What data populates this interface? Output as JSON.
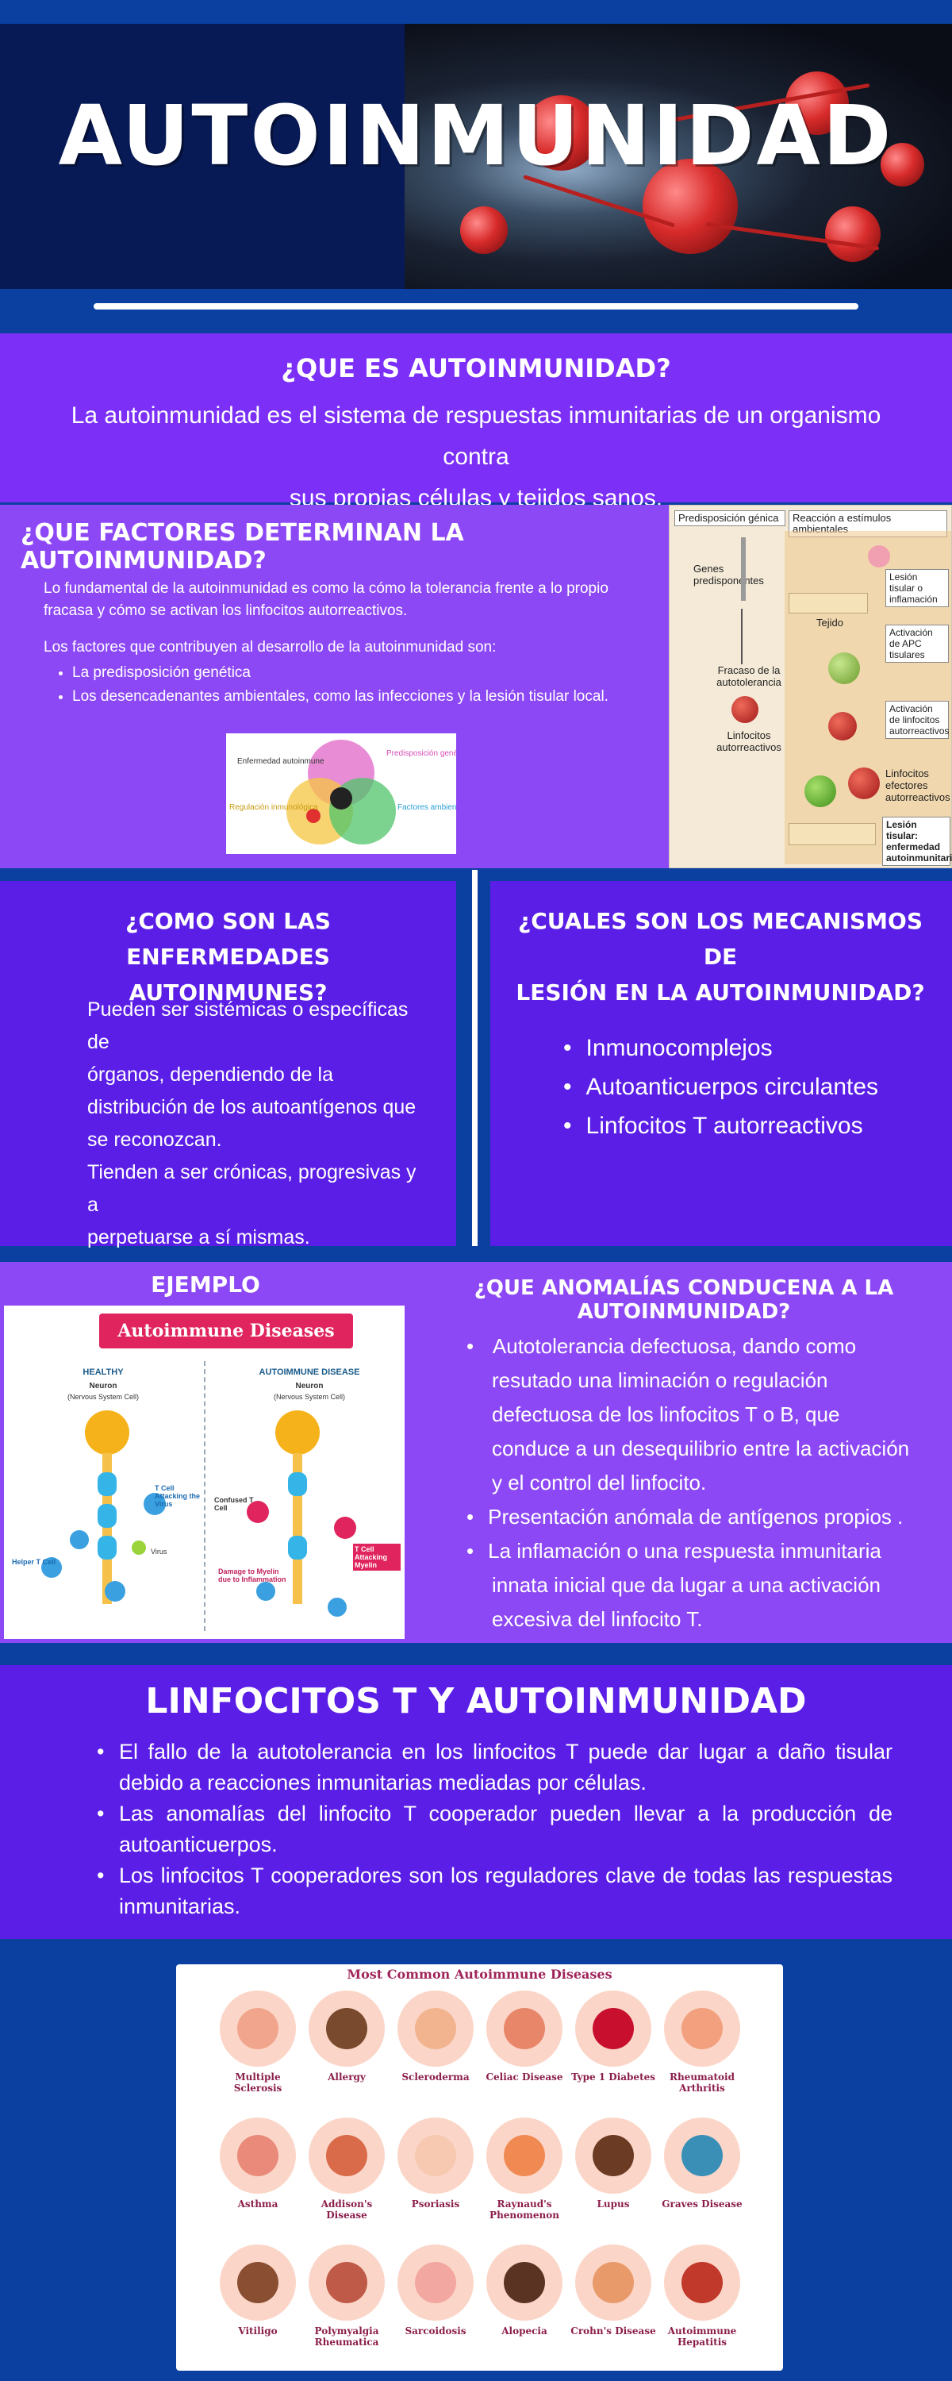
{
  "header": {
    "title": "AUTOINMUNIDAD"
  },
  "que_es": {
    "title": "¿QUE ES AUTOINMUNIDAD?",
    "line1": "La autoinmunidad es el sistema de respuestas inmunitarias de un organismo contra",
    "line2": "sus propias células y tejidos sanos."
  },
  "factores": {
    "title": "¿QUE FACTORES DETERMINAN LA AUTOINMUNIDAD?",
    "p1": "Lo fundamental de la autoinmunidad es como la cómo la tolerancia frente a lo propio fracasa y cómo se activan los linfocitos autorreactivos.",
    "p2": "Los factores que contribuyen al desarrollo de la autoinmunidad son:",
    "items": [
      "La predisposición genética",
      "Los desencadenantes ambientales, como las infecciones y la lesión tisular local."
    ],
    "venn": {
      "top_left": "Enfermedad autoinmune",
      "top_right": "Predisposición genética",
      "bottom_left": "Regulación inmunológica",
      "bottom_right": "Factores ambientales"
    },
    "diagram": {
      "col1": "Predisposición génica",
      "col2": "Reacción a estímulos ambientales",
      "genes": "Genes predisponentes",
      "fracaso": "Fracaso de la autotolerancia",
      "linfocitos": "Linfocitos autorreactivos",
      "lesion": "Lesión tisular o inflamación",
      "tejido": "Tejido",
      "activacion_apc": "Activación de APC tisulares",
      "activacion_linf": "Activación de linfocitos autorreactivos",
      "efectores": "Linfocitos efectores autorreactivos",
      "lesion_final": "Lesión tisular: enfermedad autoinmunitaria"
    }
  },
  "como_son": {
    "title_line1": "¿COMO SON LAS ENFERMEDADES",
    "title_line2": "AUTOINMUNES?",
    "lines": [
      "Pueden ser sistémicas o específicas de",
      "órganos, dependiendo de la",
      "distribución de los autoantígenos que",
      "se reconozcan.",
      "Tienden a ser crónicas, progresivas y a",
      "perpetuarse a sí mismas."
    ]
  },
  "mecanismos": {
    "title_line1": "¿CUALES SON LOS MECANISMOS DE",
    "title_line2": "LESIÓN EN LA AUTOINMUNIDAD?",
    "items": [
      "Inmunocomplejos",
      "Autoanticuerpos circulantes",
      "Linfocitos T autorreactivos"
    ]
  },
  "ejemplo": {
    "title": "EJEMPLO",
    "banner": "Autoimmune Diseases",
    "healthy": "HEALTHY",
    "disease": "AUTOIMMUNE DISEASE",
    "neuron": "Neuron",
    "neuron_sub": "(Nervous System Cell)",
    "t_cell_virus": "T Cell Attacking the Virus",
    "t_cell_myelin": "T Cell Attacking Myelin",
    "helper": "Helper T Cell",
    "virus": "Virus",
    "confused": "Confused T Cell",
    "damage": "Damage to Myelin due to Inflammation"
  },
  "anomalias": {
    "title": "¿QUE ANOMALÍAS CONDUCENA A LA  AUTOINMUNIDAD?",
    "items": [
      " Autotolerancia defectuosa, dando como resutado una liminación o regulación defectuosa de los linfocitos T o B, que conduce a un desequilibrio entre la activación y el control del linfocito.",
      "Presentación anómala de antígenos propios .",
      "La inflamación o una respuesta inmunitaria innata inicial que  da lugar a una activación excesiva del linfocito T."
    ]
  },
  "linfocitos": {
    "title": "LINFOCITOS T Y AUTOINMUNIDAD",
    "items": [
      "El fallo de la autotolerancia en los linfocitos T puede dar lugar a daño tisular debido a reacciones inmunitarias mediadas por células.",
      "Las anomalías del linfocito T cooperador  pueden llevar a la producción de autoanticuerpos.",
      "Los linfocitos T cooperadores son los reguladores clave de todas las respuestas inmunitarias."
    ]
  },
  "diseases": {
    "title": "Most Common Autoimmune Diseases",
    "items": [
      {
        "label": "Multiple Sclerosis",
        "color": "#f0a58c"
      },
      {
        "label": "Allergy",
        "color": "#7a4a2e"
      },
      {
        "label": "Scleroderma",
        "color": "#f2b38f"
      },
      {
        "label": "Celiac Disease",
        "color": "#e8866a"
      },
      {
        "label": "Type 1 Diabetes",
        "color": "#c8102e"
      },
      {
        "label": "Rheumatoid Arthritis",
        "color": "#f2a07e"
      },
      {
        "label": "Asthma",
        "color": "#e98a7a"
      },
      {
        "label": "Addison's Disease",
        "color": "#d96a4a"
      },
      {
        "label": "Psoriasis",
        "color": "#f6c9b0"
      },
      {
        "label": "Raynaud's Phenomenon",
        "color": "#f08a52"
      },
      {
        "label": "Lupus",
        "color": "#6b3b24"
      },
      {
        "label": "Graves Disease",
        "color": "#3a8fb7"
      },
      {
        "label": "Vitiligo",
        "color": "#8a4f32"
      },
      {
        "label": "Polymyalgia Rheumatica",
        "color": "#c05a48"
      },
      {
        "label": "Sarcoidosis",
        "color": "#f2a7a0"
      },
      {
        "label": "Alopecia",
        "color": "#5a3322"
      },
      {
        "label": "Crohn's Disease",
        "color": "#e89a6a"
      },
      {
        "label": "Autoimmune Hepatitis",
        "color": "#c0392b"
      }
    ]
  }
}
